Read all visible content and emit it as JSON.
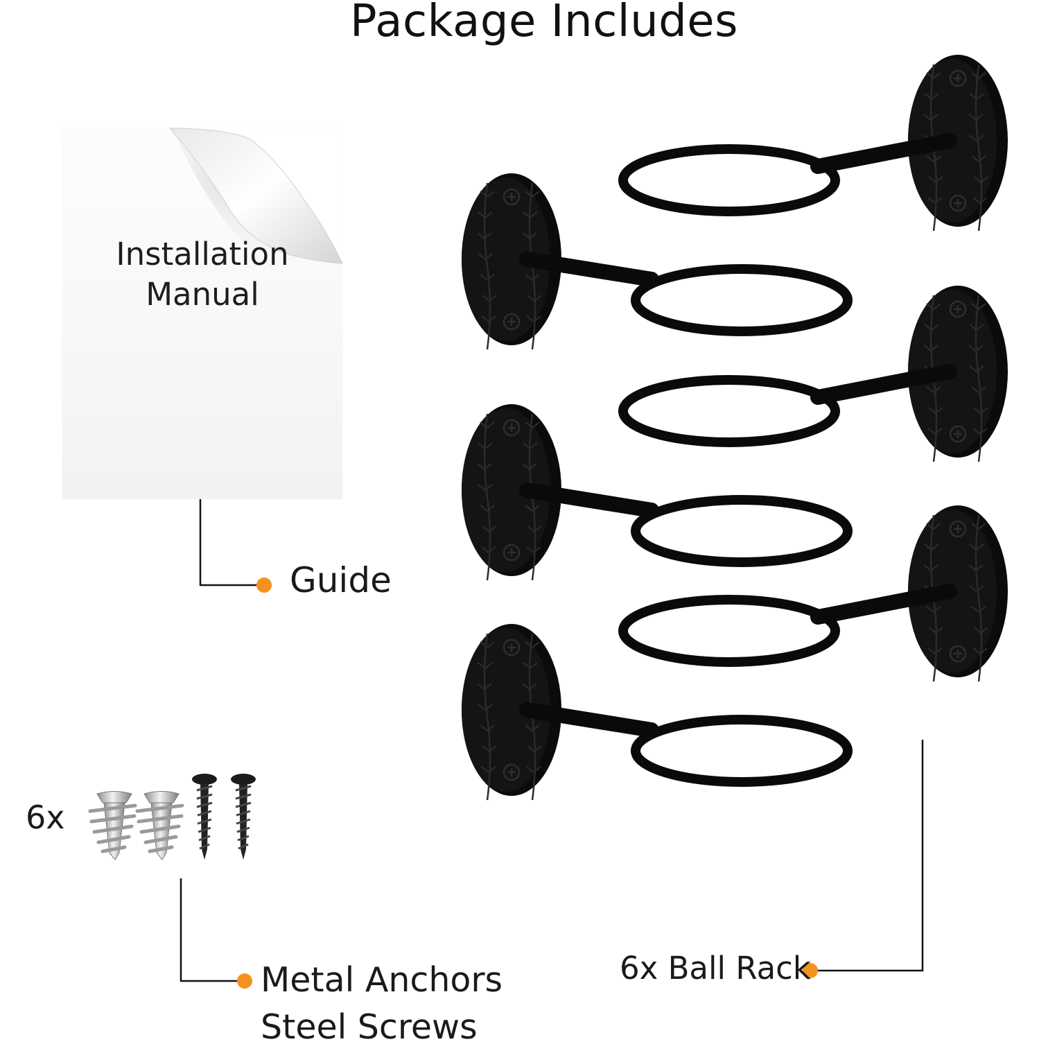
{
  "title": "Package Includes",
  "manual": {
    "line1": "Installation",
    "line2": "Manual"
  },
  "callouts": {
    "guide": "Guide",
    "hardware_line1": "Metal Anchors",
    "hardware_line2": "Steel Screws",
    "rack": "6x Ball Rack"
  },
  "hardware_quantity": "6x",
  "colors": {
    "callout_dot": "#f5921e",
    "leader_line": "#111111",
    "rack_metal": "#0a0a0a"
  },
  "icons": [
    "installation-manual-sheet",
    "ball-rack-icon",
    "wall-anchor-icon",
    "screw-icon"
  ]
}
